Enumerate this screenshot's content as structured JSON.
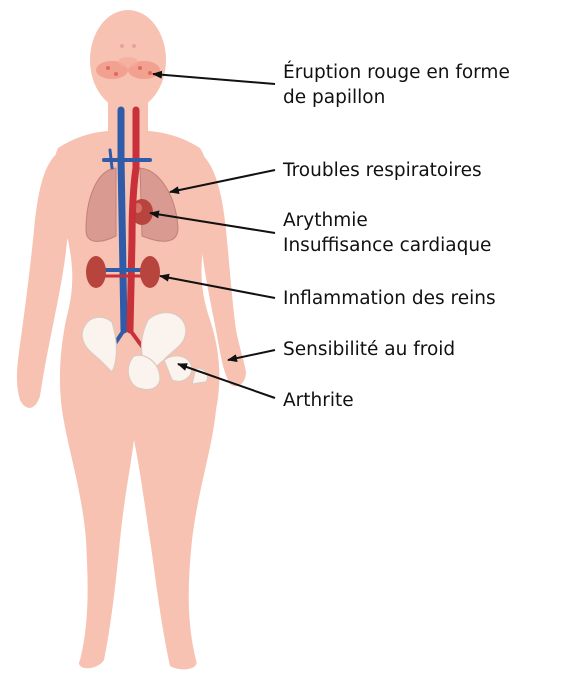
{
  "colors": {
    "skin": "#f8c2b2",
    "skin_outline": "#f2ac9a",
    "lung": "#d99a92",
    "kidney": "#b8453d",
    "vein": "#2f5ba8",
    "artery": "#c8303a",
    "bone": "#fbf3ee",
    "arrow": "#111111"
  },
  "labels": [
    {
      "id": "rash",
      "lines": [
        "Éruption rouge en forme",
        "de papillon"
      ],
      "target": "face"
    },
    {
      "id": "respiratory",
      "lines": [
        "Troubles respiratoires"
      ],
      "target": "lungs"
    },
    {
      "id": "cardiac",
      "lines": [
        "Arythmie",
        "Insuffisance cardiaque"
      ],
      "target": "heart"
    },
    {
      "id": "kidney",
      "lines": [
        "Inflammation des reins"
      ],
      "target": "kidneys"
    },
    {
      "id": "cold",
      "lines": [
        "Sensibilité au froid"
      ],
      "target": "hand"
    },
    {
      "id": "arthritis",
      "lines": [
        "Arthrite"
      ],
      "target": "hip-joint"
    }
  ]
}
